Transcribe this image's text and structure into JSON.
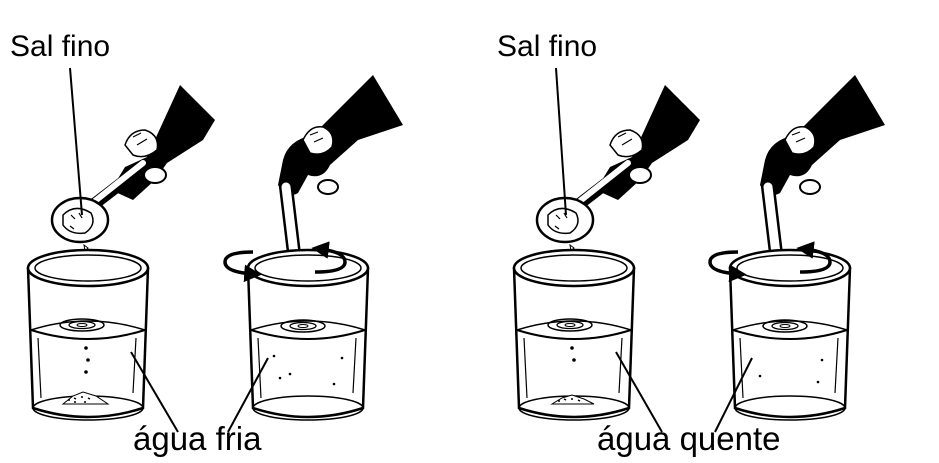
{
  "labels": {
    "left_salt": "Sal fino",
    "left_water": "água fria",
    "right_salt": "Sal fino",
    "right_water": "água quente"
  },
  "colors": {
    "ink": "#000000",
    "paper": "#ffffff"
  }
}
